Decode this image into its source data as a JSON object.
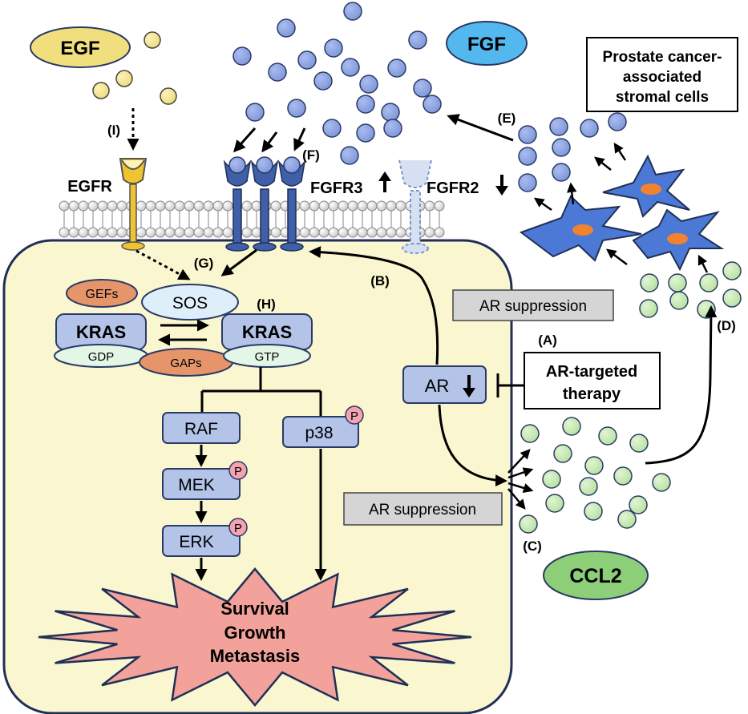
{
  "ligands": {
    "egf": "EGF",
    "fgf": "FGF",
    "ccl2": "CCL2"
  },
  "receptors": {
    "egfr": "EGFR",
    "fgfr3": "FGFR3",
    "fgfr2": "FGFR2"
  },
  "stromal_label": [
    "Prostate cancer-",
    "associated",
    "stromal cells"
  ],
  "steps": {
    "a": "(A)",
    "b": "(B)",
    "c": "(C)",
    "d": "(D)",
    "e": "(E)",
    "f": "(F)",
    "g": "(G)",
    "h": "(H)",
    "i": "(I)"
  },
  "proteins": {
    "gefs": "GEFs",
    "sos": "SOS",
    "kras": "KRAS",
    "gdp": "GDP",
    "gtp": "GTP",
    "gaps": "GAPs",
    "raf": "RAF",
    "mek": "MEK",
    "erk": "ERK",
    "p38": "p38",
    "phospho": "P",
    "ar": "AR"
  },
  "labels": {
    "ar_suppression": "AR suppression",
    "ar_therapy": [
      "AR-targeted",
      "therapy"
    ],
    "outcome": [
      "Survival",
      "Growth",
      "Metastasis"
    ]
  },
  "colors": {
    "cell_fill": "#faf6d0",
    "egf": "#f0df7c",
    "fgf_dot": "#8aa3e3",
    "fgf_oval": "#52b8ee",
    "ccl2_dot": "#c9eab5",
    "ccl2_oval": "#8dcf79",
    "box": "#b3c4e8",
    "gef": "#e6956a",
    "receptor": "#3f5fa8",
    "egfr": "#f0c330",
    "star": "#f2a29a",
    "phospho": "#f4a3b0",
    "stromal": "#4c79d6",
    "nucleus": "#f2832e"
  }
}
